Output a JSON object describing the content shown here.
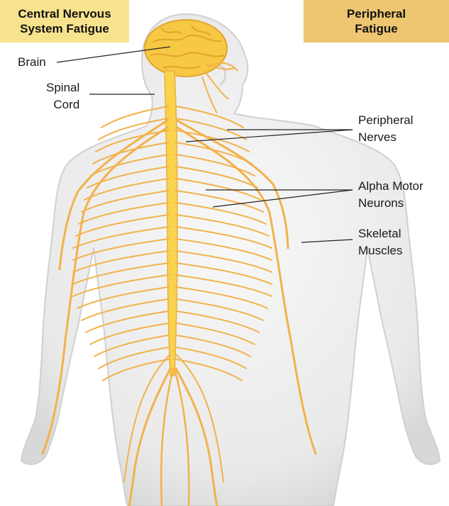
{
  "headers": {
    "cns": [
      "Central Nervous",
      "System Fatigue"
    ],
    "peripheral": [
      "Peripheral",
      "Fatigue"
    ]
  },
  "labels": {
    "brain": "Brain",
    "spinal_cord": [
      "Spinal",
      "Cord"
    ],
    "peripheral_nerves": [
      "Peripheral",
      "Nerves"
    ],
    "alpha_motor_neurons": [
      "Alpha Motor",
      "Neurons"
    ],
    "skeletal_muscles": [
      "Skeletal",
      "Muscles"
    ]
  },
  "colors": {
    "cns_header_bg": "#f7e38d",
    "peripheral_header_bg": "#eec672",
    "nerve": "#f2b24a",
    "brain": "#f7c843",
    "spinal_cord": "#f9d24e",
    "body": "#eeeeee"
  }
}
